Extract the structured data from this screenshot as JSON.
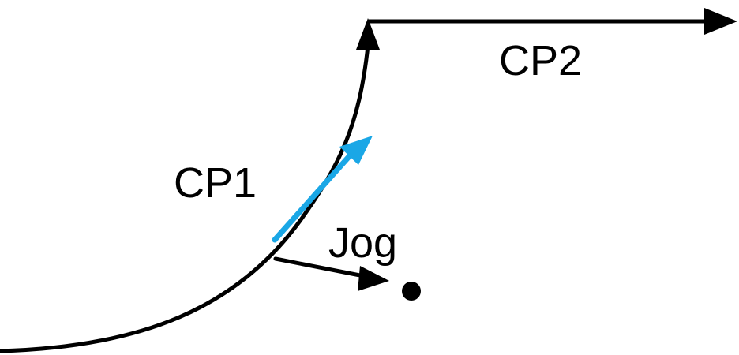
{
  "labels": {
    "cp1": "CP1",
    "cp2": "CP2",
    "jog": "Jog"
  },
  "colors": {
    "path": "#000000",
    "tangent": "#1aa7e6",
    "point": "#000000"
  }
}
